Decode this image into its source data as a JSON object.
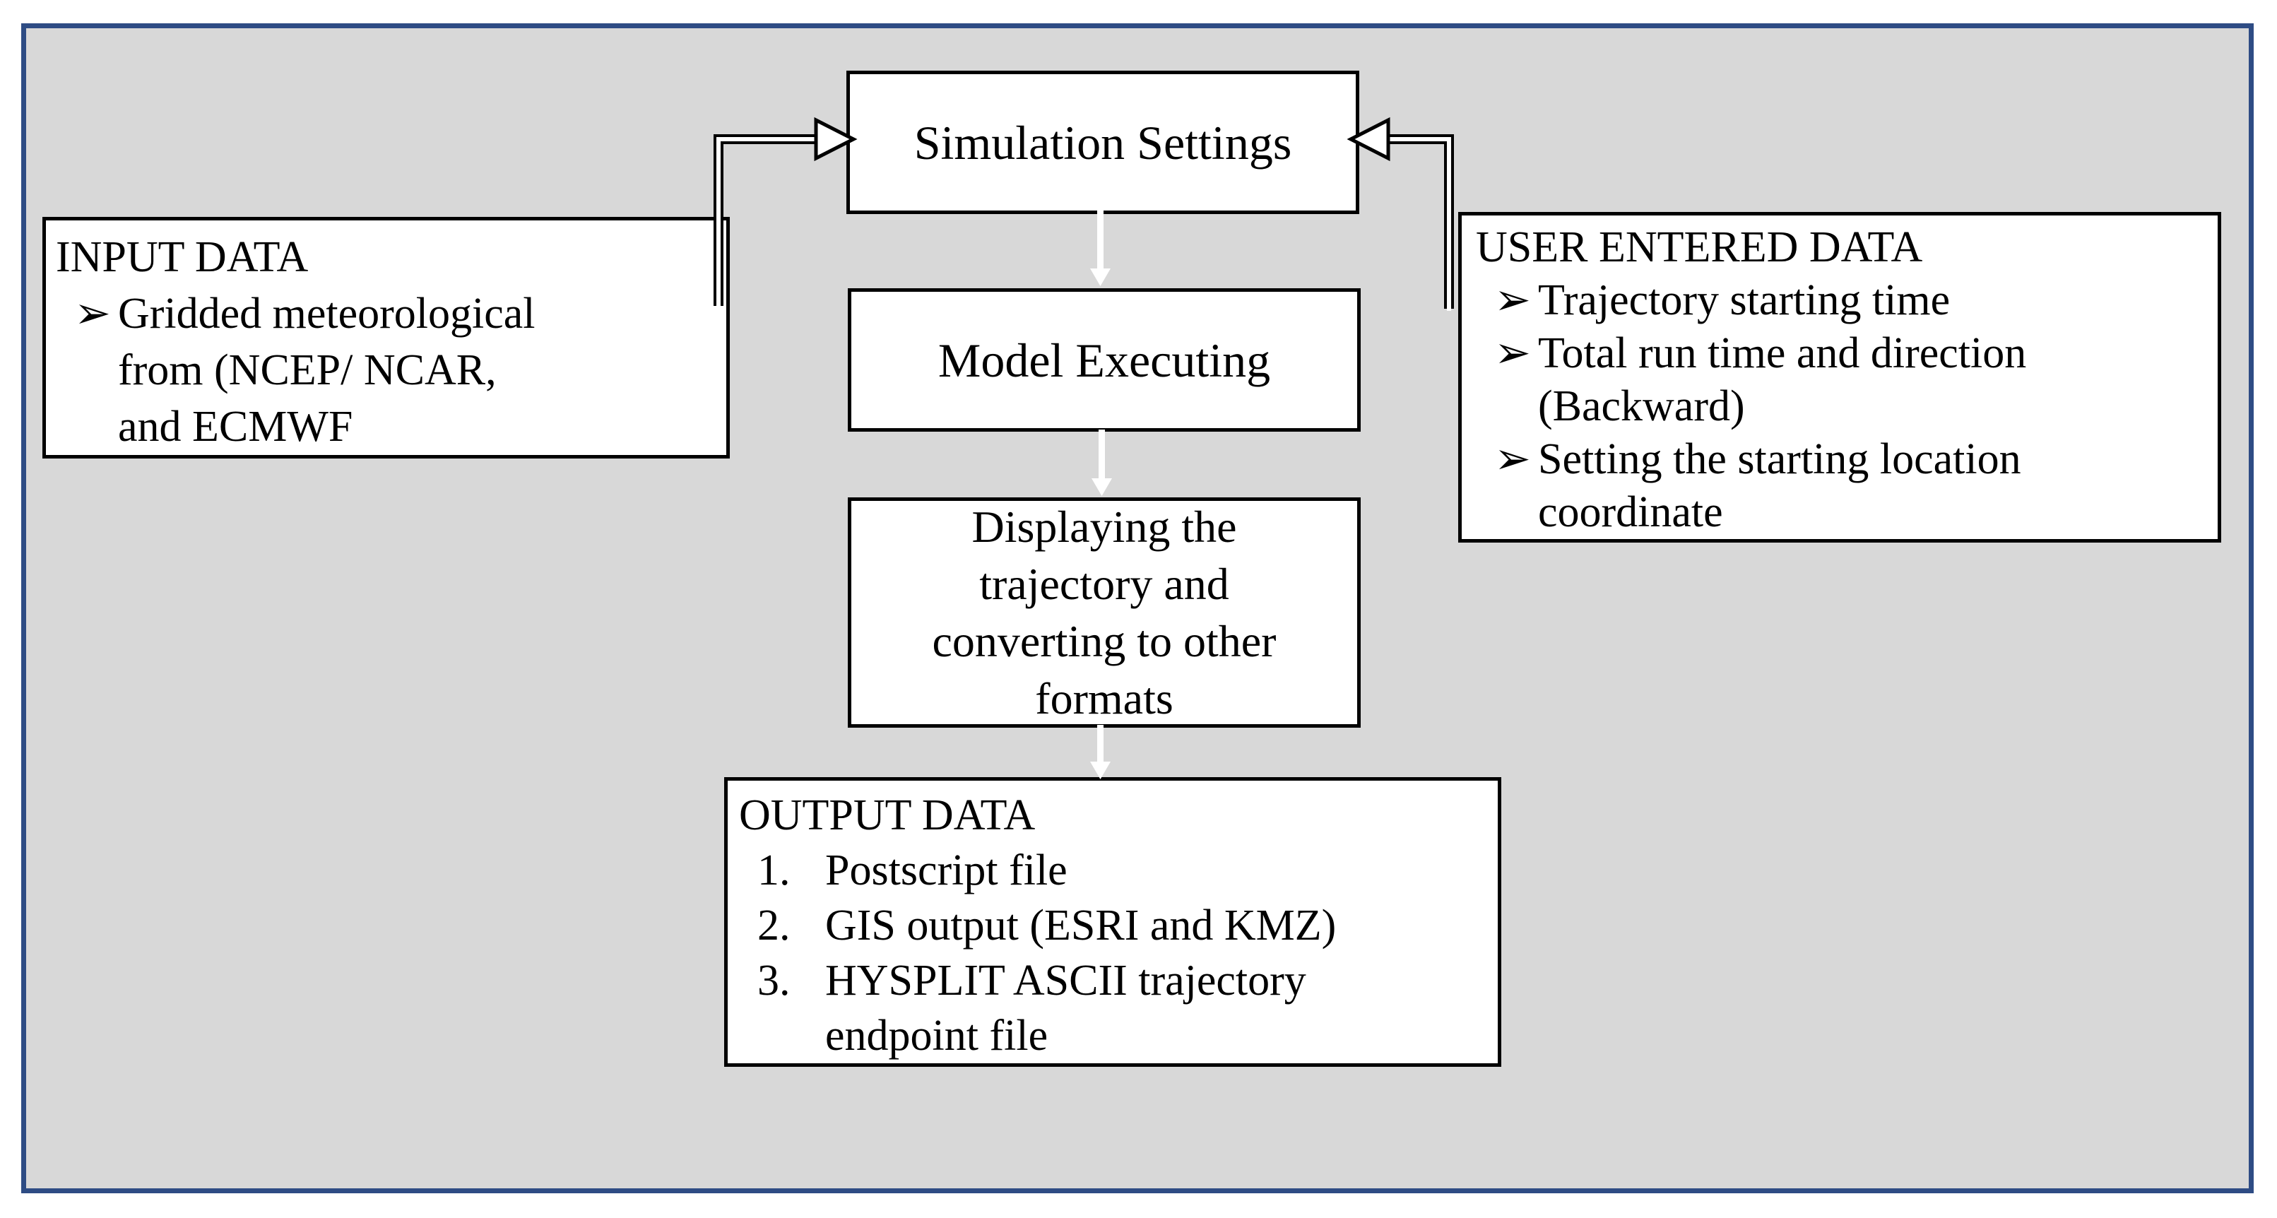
{
  "colors": {
    "page_bg": "#ffffff",
    "canvas_bg": "#d8d8d8",
    "frame_border": "#2e4c84",
    "node_bg": "#ffffff",
    "node_border": "#000000",
    "text": "#000000",
    "flow_arrow": "#ffffff",
    "connector_line": "#000000"
  },
  "glyphs": {
    "bullet": "➢"
  },
  "nodes": {
    "simulation_settings": {
      "label": "Simulation Settings"
    },
    "model_executing": {
      "label": "Model Executing"
    },
    "displaying": {
      "label": "Displaying the trajectory and converting to other formats"
    },
    "input_data": {
      "title": "INPUT DATA",
      "items": [
        "Gridded meteorological from (NCEP/ NCAR, and ECMWF"
      ]
    },
    "user_entered_data": {
      "title": "USER ENTERED DATA",
      "items": [
        "Trajectory starting time",
        "Total run time and direction (Backward)",
        "Setting the starting location coordinate"
      ]
    },
    "output_data": {
      "title": "OUTPUT DATA",
      "items": [
        {
          "num": "1.",
          "text": "Postscript file"
        },
        {
          "num": "2.",
          "text": "GIS output (ESRI and KMZ)"
        },
        {
          "num": "3.",
          "text": "HYSPLIT ASCII trajectory endpoint file"
        }
      ]
    }
  }
}
